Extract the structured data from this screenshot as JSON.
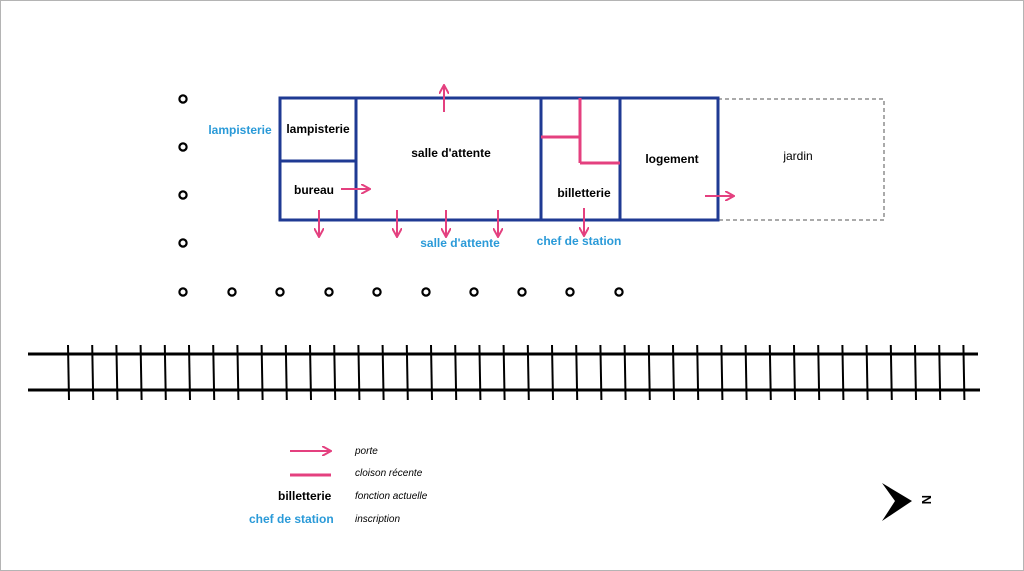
{
  "rooms": {
    "lampisterie": "lampisterie",
    "bureau": "bureau",
    "salle_attente": "salle d'attente",
    "billetterie": "billetterie",
    "logement": "logement",
    "jardin": "jardin"
  },
  "inscriptions": {
    "lampisterie": "lampisterie",
    "salle_attente": "salle d'attente",
    "chef_de_station": "chef de station"
  },
  "legend": {
    "door": "porte",
    "partition": "cloison récente",
    "function_sample": "billetterie",
    "function": "fonction actuelle",
    "inscription_sample": "chef de station",
    "inscription": "inscription"
  },
  "compass": {
    "letter": "N"
  },
  "colors": {
    "walls": "#1f3a93",
    "door_and_partition": "#e4407f",
    "inscription_text": "#2a9ad8",
    "rail": "#000000"
  }
}
